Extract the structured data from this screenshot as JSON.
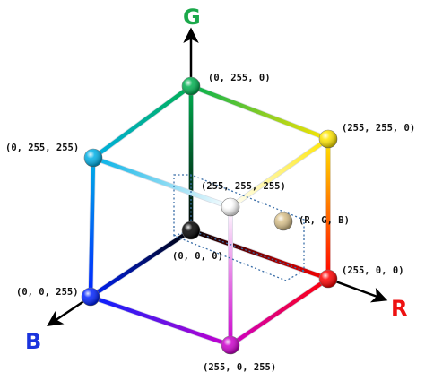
{
  "axes": {
    "g": {
      "label": "G",
      "color": "#1aa84a"
    },
    "r": {
      "label": "R",
      "color": "#ee1111"
    },
    "b": {
      "label": "B",
      "color": "#1a33dd"
    }
  },
  "vertices": {
    "black": {
      "label": "(0, 0, 0)",
      "color": "#000000"
    },
    "green": {
      "label": "(0, 255, 0)",
      "color": "#00b050"
    },
    "red": {
      "label": "(255, 0, 0)",
      "color": "#ff0000"
    },
    "blue": {
      "label": "(0, 0, 255)",
      "color": "#0022ff"
    },
    "yellow": {
      "label": "(255, 255, 0)",
      "color": "#ffe600"
    },
    "cyan": {
      "label": "(0, 255, 255)",
      "color": "#00b0e6"
    },
    "magenta": {
      "label": "(255, 0, 255)",
      "color": "#cc00cc"
    },
    "white": {
      "label": "(255, 255, 255)",
      "color": "#ffffff"
    }
  },
  "sample_point": {
    "label": "(R, G, B)",
    "color": "#d8c08a"
  },
  "guide_box_color": "#3a6ea8"
}
